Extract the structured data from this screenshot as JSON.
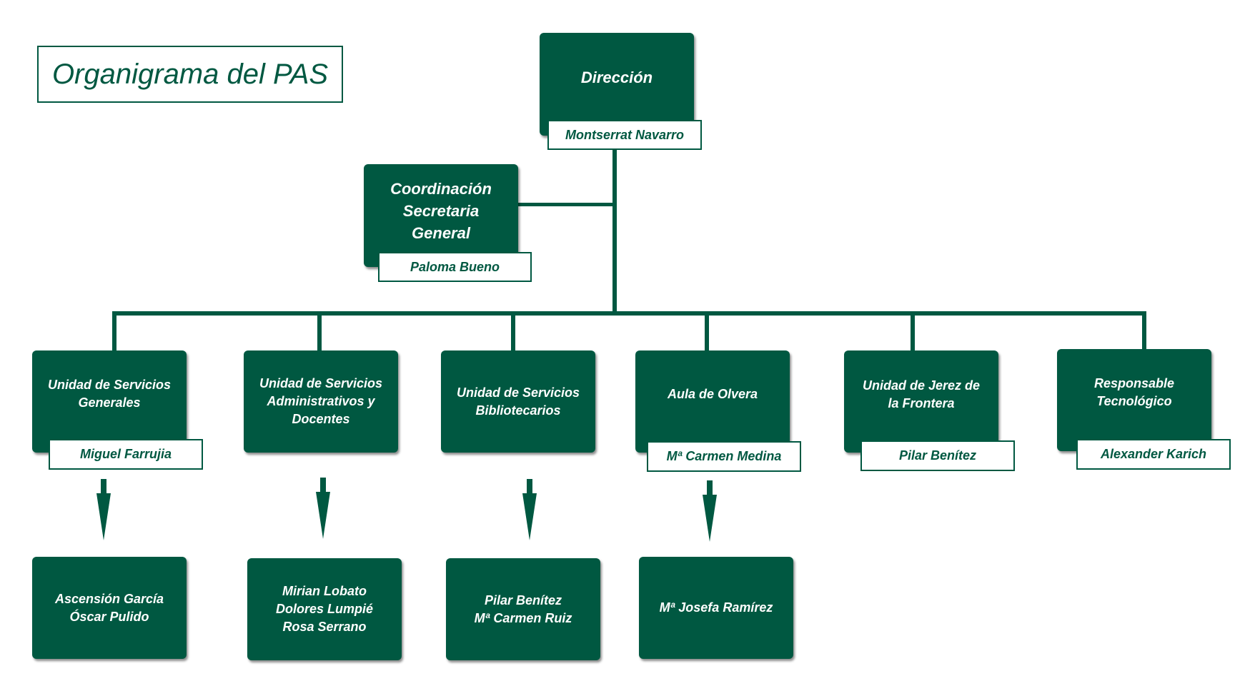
{
  "title": "Organigrama del PAS",
  "colors": {
    "primary": "#005841",
    "background": "#ffffff"
  },
  "direccion": {
    "label": "Dirección",
    "person": "Montserrat Navarro"
  },
  "coordinacion": {
    "label": "Coordinación\nSecretaria\nGeneral",
    "person": "Paloma Bueno"
  },
  "units": [
    {
      "label": "Unidad de Servicios\nGenerales",
      "person": "Miguel Farrujia",
      "staff": "Ascensión García\nÓscar Pulido"
    },
    {
      "label": "Unidad de Servicios\nAdministrativos y\nDocentes",
      "person": "",
      "staff": "Mirian Lobato\nDolores Lumpié\nRosa Serrano"
    },
    {
      "label": "Unidad de Servicios\nBibliotecarios",
      "person": "",
      "staff": "Pilar Benítez\nMª Carmen Ruiz"
    },
    {
      "label": "Aula de Olvera",
      "person": "Mª Carmen Medina",
      "staff": "Mª Josefa Ramírez"
    },
    {
      "label": "Unidad de Jerez de\nla Frontera",
      "person": "Pilar Benítez",
      "staff": ""
    },
    {
      "label": "Responsable\nTecnológico",
      "person": "Alexander Karich",
      "staff": ""
    }
  ]
}
